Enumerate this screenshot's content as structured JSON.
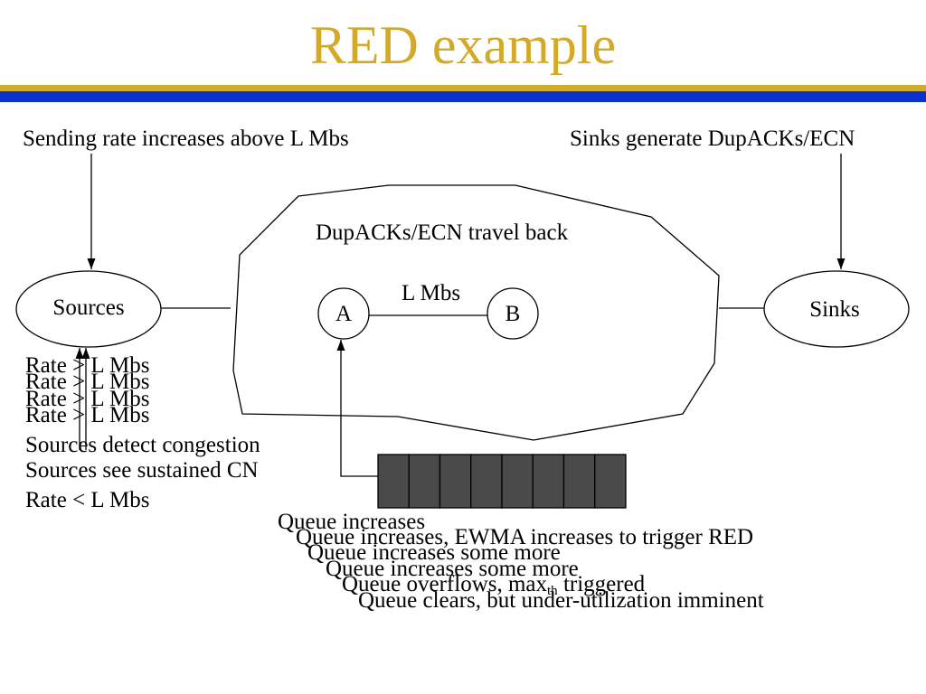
{
  "title": "RED example",
  "colors": {
    "title": "#d4a92a",
    "rule_gold": "#d4aa2a",
    "rule_blue": "#0a32d0",
    "queue_cell": "#4a4a4a"
  },
  "top_labels": {
    "left": "Sending rate increases above L Mbs",
    "right": "Sinks generate DupACKs/ECN"
  },
  "nodes": {
    "sources": "Sources",
    "sinks": "Sinks",
    "a": "A",
    "b": "B"
  },
  "link_label": "L Mbs",
  "cloud_label": "DupACKs/ECN travel back",
  "source_notes": {
    "rate_above": [
      "Rate > L Mbs",
      "Rate > L Mbs",
      "Rate > L Mbs",
      "Rate > L Mbs"
    ],
    "detect": "Sources detect congestion",
    "sustained": "Sources see sustained CN",
    "rate_below": "Rate < L Mbs"
  },
  "queue_events": [
    {
      "text": "Queue increases"
    },
    {
      "text": "Queue increases, EWMA increases to trigger RED"
    },
    {
      "text": "Queue increases some more"
    },
    {
      "text": "Queue increases some more"
    },
    {
      "text": "Queue overflows, max",
      "sub": "th",
      "suffix": " triggered"
    },
    {
      "text": "Queue clears, but under-utilization imminent"
    }
  ]
}
